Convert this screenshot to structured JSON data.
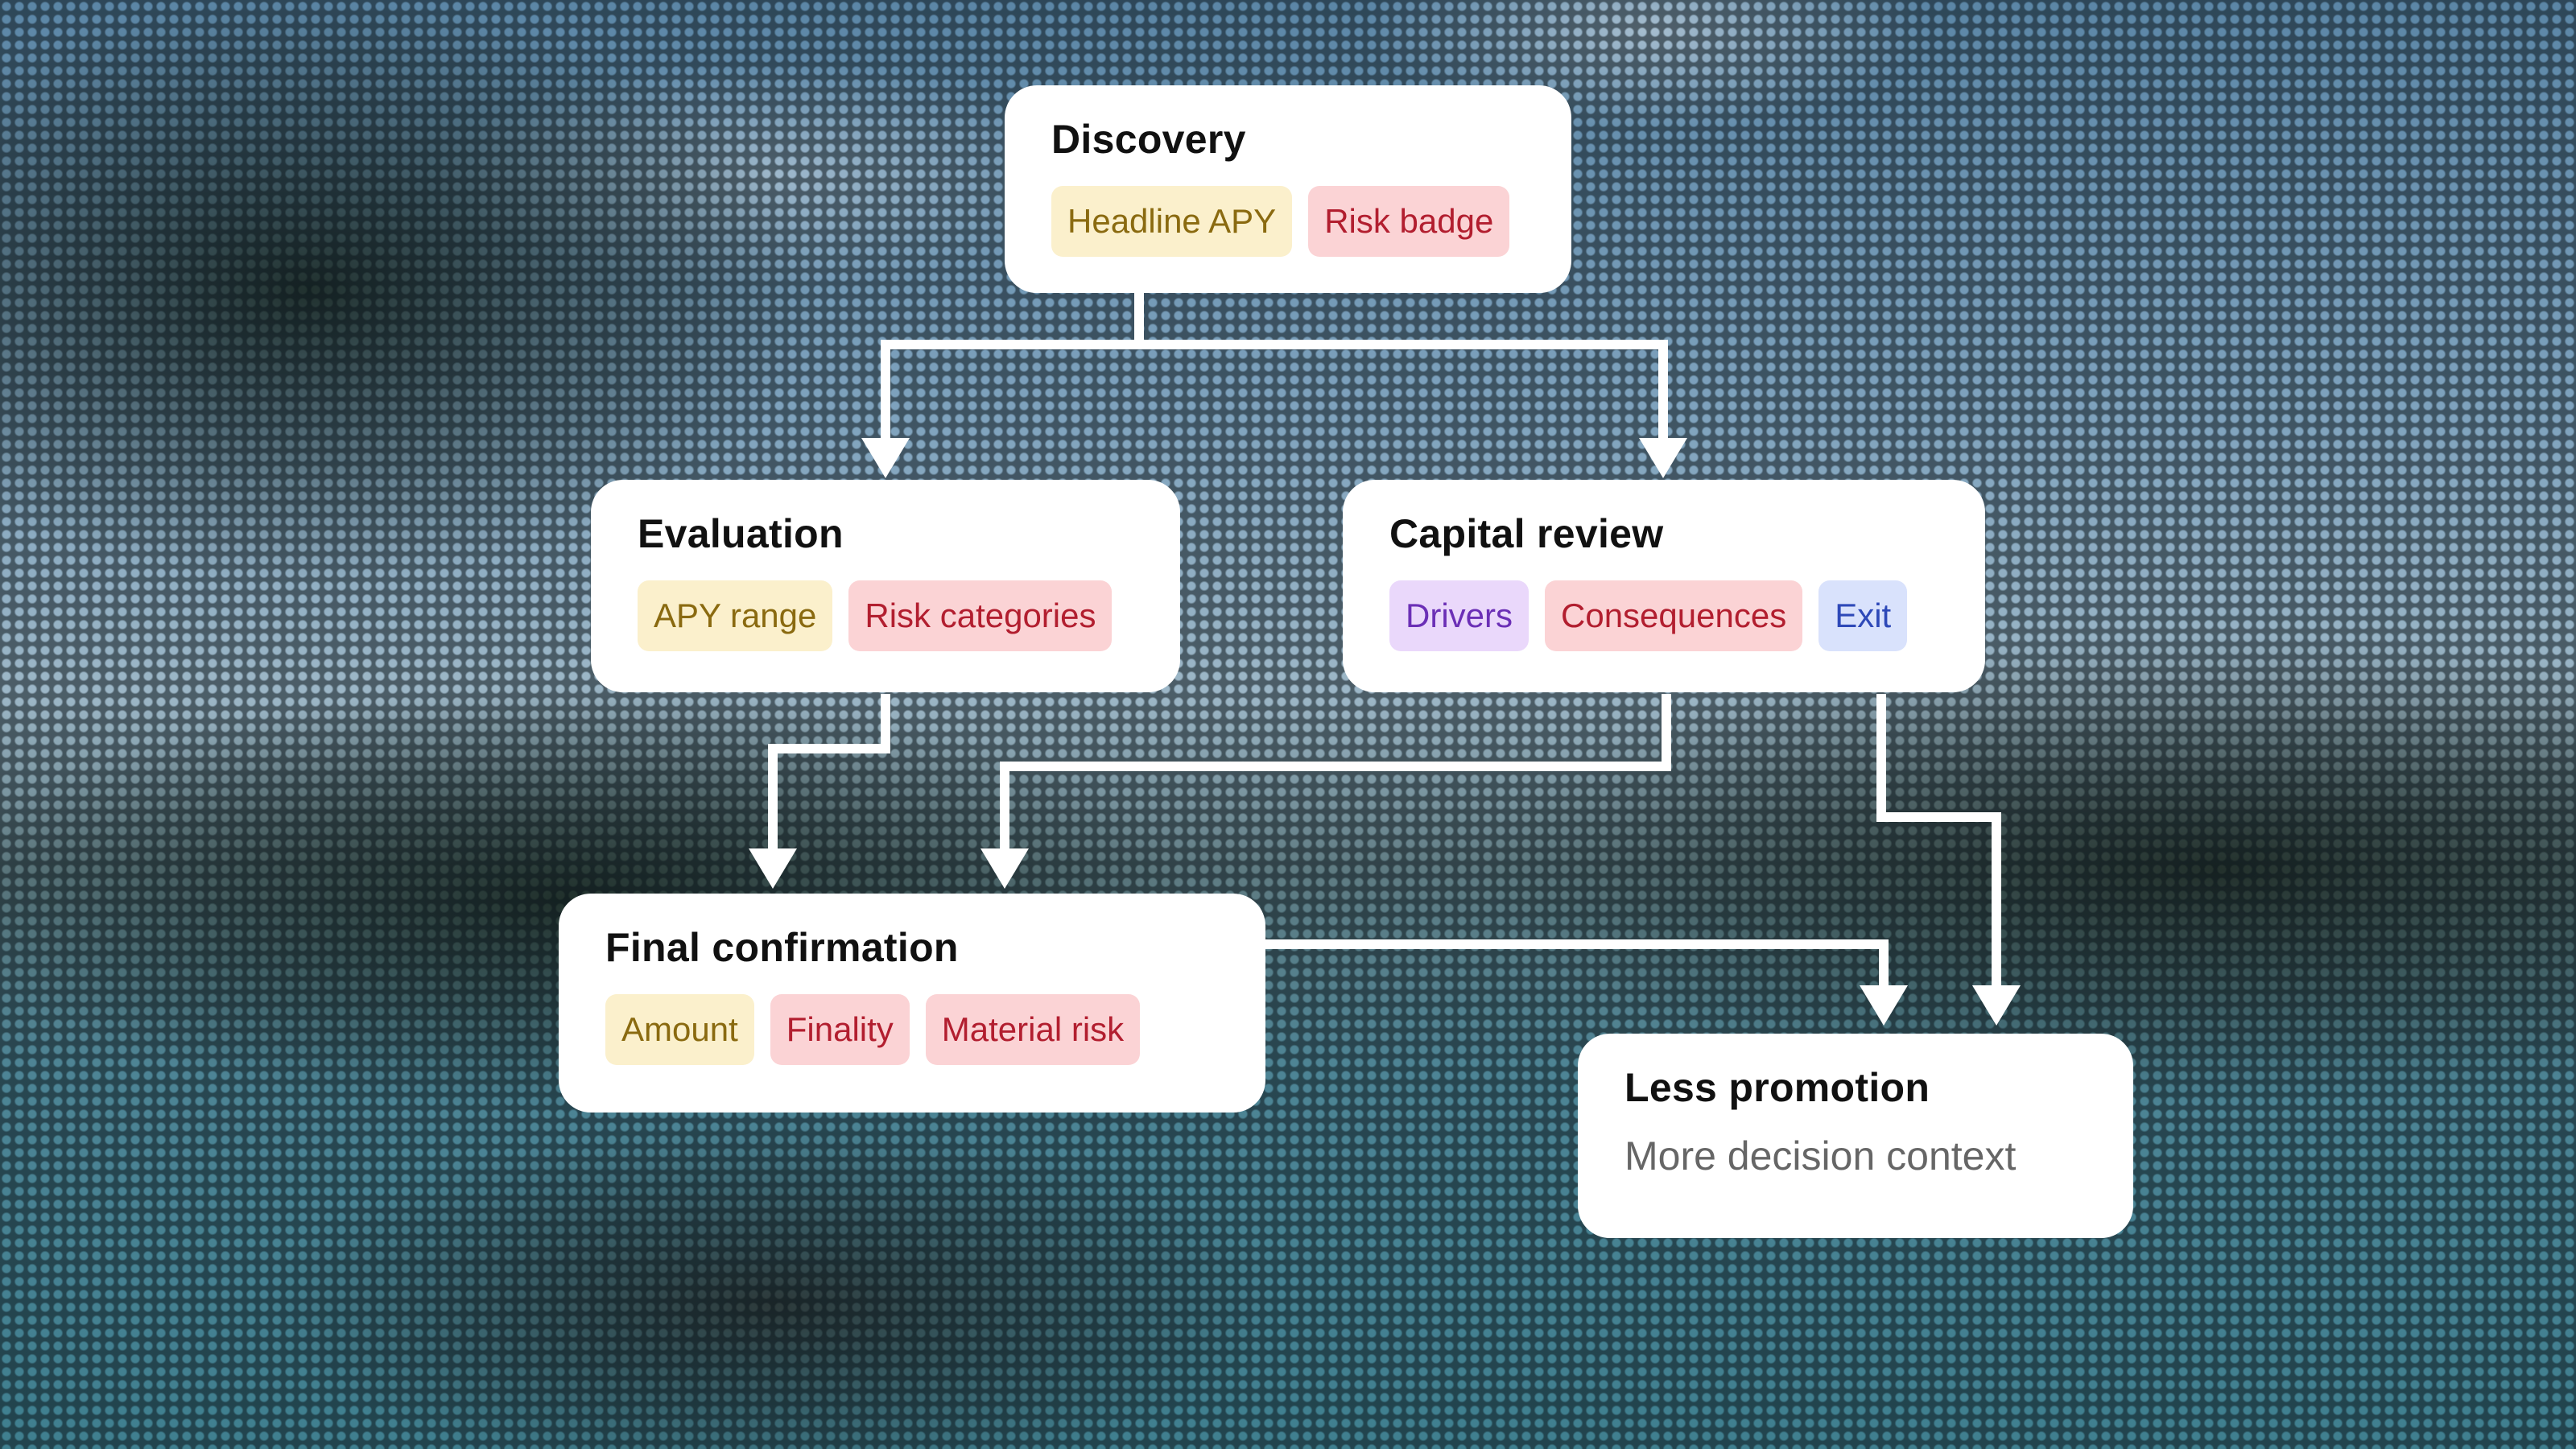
{
  "diagram": {
    "nodes": {
      "discovery": {
        "title": "Discovery",
        "tags": [
          {
            "label": "Headline APY",
            "color": "yellow"
          },
          {
            "label": "Risk badge",
            "color": "red"
          }
        ]
      },
      "evaluation": {
        "title": "Evaluation",
        "tags": [
          {
            "label": "APY range",
            "color": "yellow"
          },
          {
            "label": "Risk categories",
            "color": "red"
          }
        ]
      },
      "capital_review": {
        "title": "Capital review",
        "tags": [
          {
            "label": "Drivers",
            "color": "purple"
          },
          {
            "label": "Consequences",
            "color": "red"
          },
          {
            "label": "Exit",
            "color": "blue"
          }
        ]
      },
      "final_confirmation": {
        "title": "Final confirmation",
        "tags": [
          {
            "label": "Amount",
            "color": "yellow"
          },
          {
            "label": "Finality",
            "color": "red"
          },
          {
            "label": "Material risk",
            "color": "red"
          }
        ]
      },
      "less_promotion": {
        "title": "Less promotion",
        "subtitle": "More decision context"
      }
    },
    "edges": [
      {
        "from": "Discovery",
        "to": "Evaluation"
      },
      {
        "from": "Discovery",
        "to": "Capital review"
      },
      {
        "from": "Evaluation",
        "to": "Final confirmation"
      },
      {
        "from": "Capital review",
        "to": "Final confirmation"
      },
      {
        "from": "Capital review",
        "to": "Less promotion"
      },
      {
        "from": "Final confirmation",
        "to": "Less promotion"
      }
    ]
  }
}
